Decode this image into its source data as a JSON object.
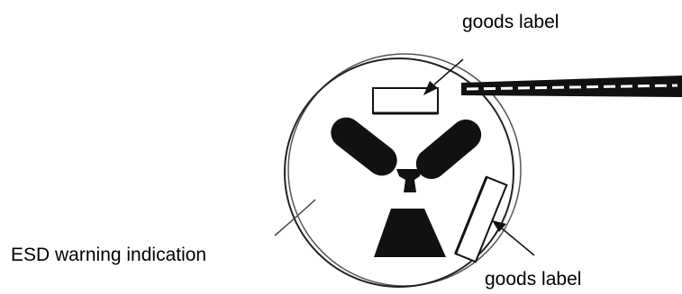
{
  "labels": {
    "goods_label_top": "goods label",
    "esd_warning": "ESD warning indication",
    "goods_label_bottom": "goods label"
  },
  "colors": {
    "ink": "#000000",
    "background": "#ffffff",
    "outline": "#333333"
  }
}
